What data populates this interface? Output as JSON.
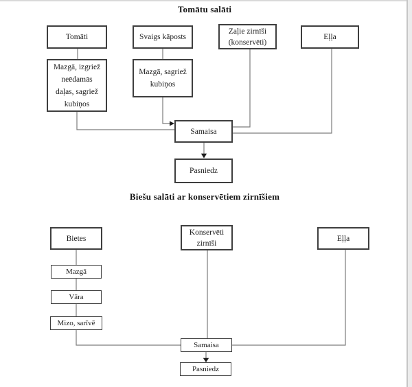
{
  "document": {
    "kind": "scanned-flowchart-page"
  },
  "colors": {
    "page_background": "#ffffff",
    "box_border": "#3e3e3e",
    "connector_line": "#7c7c7c",
    "arrowhead": "#1c1c1c",
    "page_edge_band": "#ececec",
    "page_edge_line": "#c6c6c6",
    "top_rule": "#d9d9d9"
  },
  "charts": [
    {
      "title": "Tomātu salāti",
      "nodes": {
        "tomati": "Tomāti",
        "svaigs_kaposts": "Svaigs kāposts",
        "zalie_zirnisi": "Zaļie zirnīši\n(konservēti)",
        "ella": "Eļļa",
        "mazga_izgriez": "Mazgā, izgriež\nneēdamās\ndaļas, sagriež\nkubiņos",
        "mazga_sagriez": "Mazgā, sagriež\nkubiņos",
        "samaisa": "Samaisa",
        "pasniedz": "Pasniedz"
      },
      "edges": [
        "tomati -> mazga_izgriez",
        "svaigs_kaposts -> mazga_sagriez",
        "mazga_izgriez -> samaisa",
        "mazga_sagriez -> samaisa",
        "zalie_zirnisi -> samaisa",
        "ella -> samaisa",
        "samaisa -> pasniedz"
      ]
    },
    {
      "title": "Biešu salāti ar konservētiem zirnīšiem",
      "nodes": {
        "bietes": "Bietes",
        "konserveti_zirnisi": "Konservēti\nzirnīši",
        "ella": "Eļļa",
        "mazga": "Mazgā",
        "vara": "Vāra",
        "mizo_sarive": "Mizo, sarīvē",
        "samaisa": "Samaisa",
        "pasniedz": "Pasniedz"
      },
      "edges": [
        "bietes -> mazga",
        "mazga -> vara",
        "vara -> mizo_sarive",
        "mizo_sarive -> samaisa",
        "konserveti_zirnisi -> samaisa",
        "ella -> samaisa",
        "samaisa -> pasniedz"
      ]
    }
  ]
}
